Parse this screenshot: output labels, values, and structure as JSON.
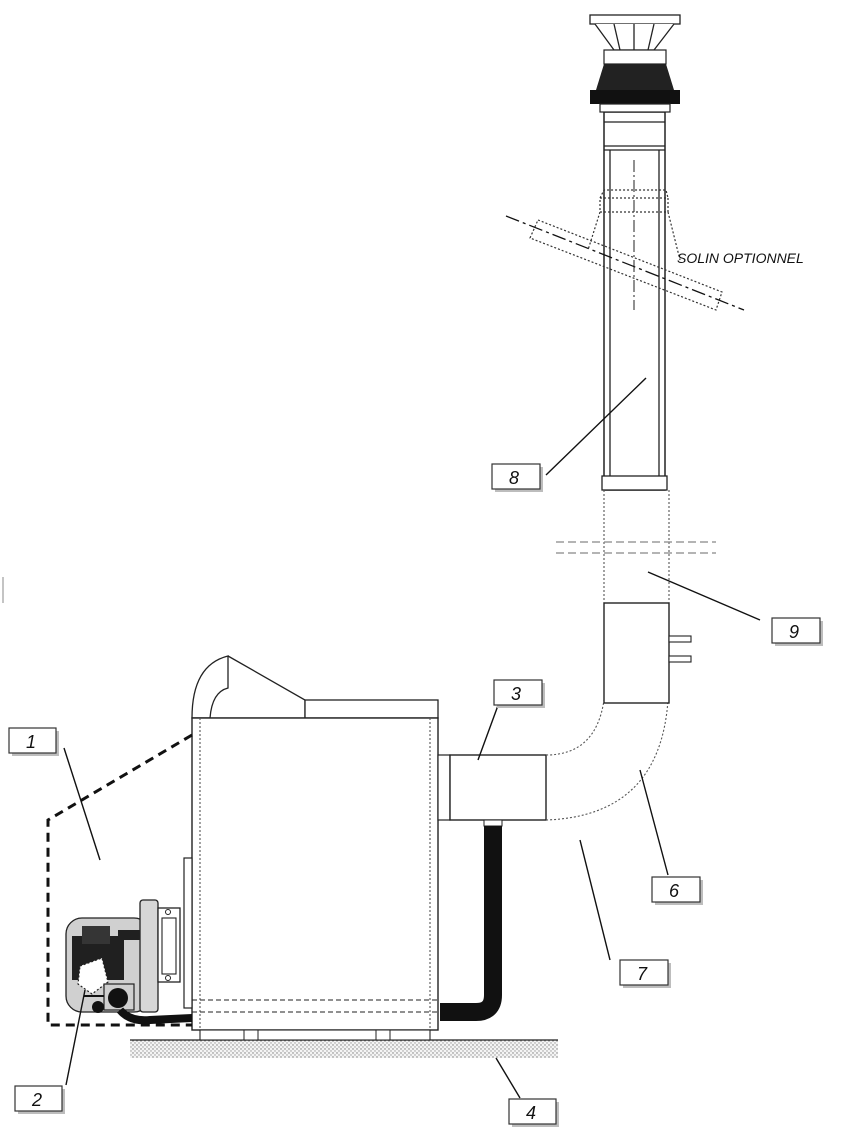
{
  "annotation": {
    "flashing": "SOLIN OPTIONNEL"
  },
  "labels": [
    "1",
    "2",
    "3",
    "4",
    "6",
    "7",
    "8",
    "9"
  ]
}
